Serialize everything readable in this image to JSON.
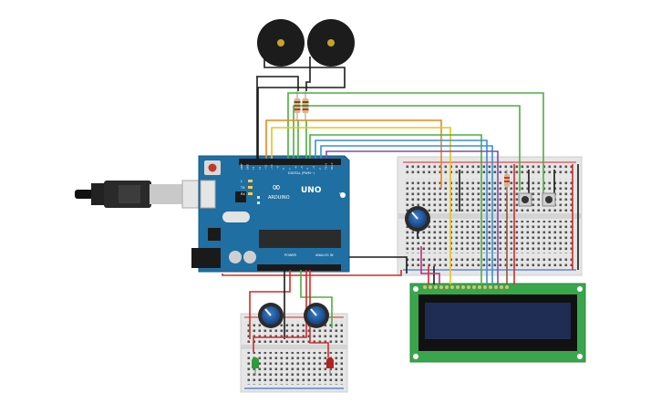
{
  "board": {
    "brand": "ARDUINO",
    "model": "UNO",
    "digital_label": "DIGITAL (PWM~)",
    "power_label": "POWER",
    "analog_label": "ANALOG IN",
    "logo_glyph": "∞",
    "pin_labels": [
      "AREF",
      "GND",
      "13",
      "12",
      "~11",
      "~10",
      "~9",
      "8",
      "7",
      "~6",
      "~5",
      "4",
      "~3",
      "2",
      "TX→1",
      "RX←0"
    ],
    "led_labels": [
      "L",
      "TX",
      "RX"
    ],
    "on_label": "ON"
  },
  "icons": {
    "buzzer": "piezo-buzzer-icon",
    "potentiometer": "potentiometer-icon",
    "pushbutton": "pushbutton-icon",
    "usb_cable": "usb-cable-icon",
    "led_green": "green-led-icon",
    "led_red": "red-led-icon"
  },
  "colors": {
    "board_blue": "#1f6fa3",
    "breadboard": "#e6e6e6",
    "lcd_pcb": "#3aa64c",
    "lcd_screen": "#1f2d55",
    "wire_black": "#1a1a1a",
    "wire_red": "#d42a2a",
    "wire_orange": "#e58a1a",
    "wire_yellow": "#e9c21e",
    "wire_green": "#4caf3f",
    "wire_blue": "#3a8fd6",
    "wire_purple": "#7a4fb8",
    "wire_brown": "#8b5a3a",
    "wire_magenta": "#c0307a",
    "wire_gray": "#8a8a8a"
  }
}
